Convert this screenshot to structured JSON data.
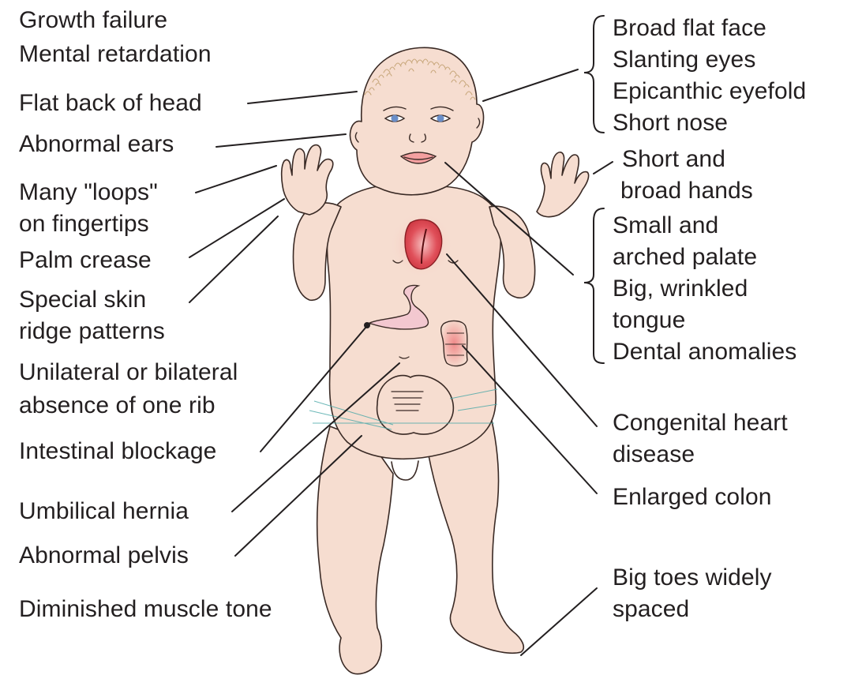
{
  "labels_left": [
    "Growth failure",
    "Mental retardation",
    "Flat back of head",
    "Abnormal ears",
    "Many \"loops\"",
    "on fingertips",
    "Palm crease",
    "Special skin",
    "ridge patterns",
    "Unilateral or bilateral",
    "absence of one rib",
    "Intestinal blockage",
    "Umbilical hernia",
    "Abnormal pelvis",
    "Diminished muscle tone"
  ],
  "labels_right": [
    "Broad flat face",
    "Slanting eyes",
    "Epicanthic eyefold",
    "Short nose",
    "Short and",
    "broad hands",
    "Small and",
    "arched palate",
    "Big, wrinkled",
    "tongue",
    "Dental anomalies",
    "Congenital heart",
    "disease",
    "Enlarged colon",
    "Big toes widely",
    "spaced"
  ],
  "colors": {
    "skin": "#f6ddd0",
    "skin_outline": "#3a2a25",
    "heart": "#e0505a",
    "heart_glow": "#f3a0a0",
    "intestine": "#f3c8d0",
    "colon": "#f2a0a0",
    "hair": "#e2c8a0",
    "eyes": "#6a8ec8",
    "text": "#231f20",
    "leader": "#231f20",
    "body_lines": "#4aa8a8"
  }
}
